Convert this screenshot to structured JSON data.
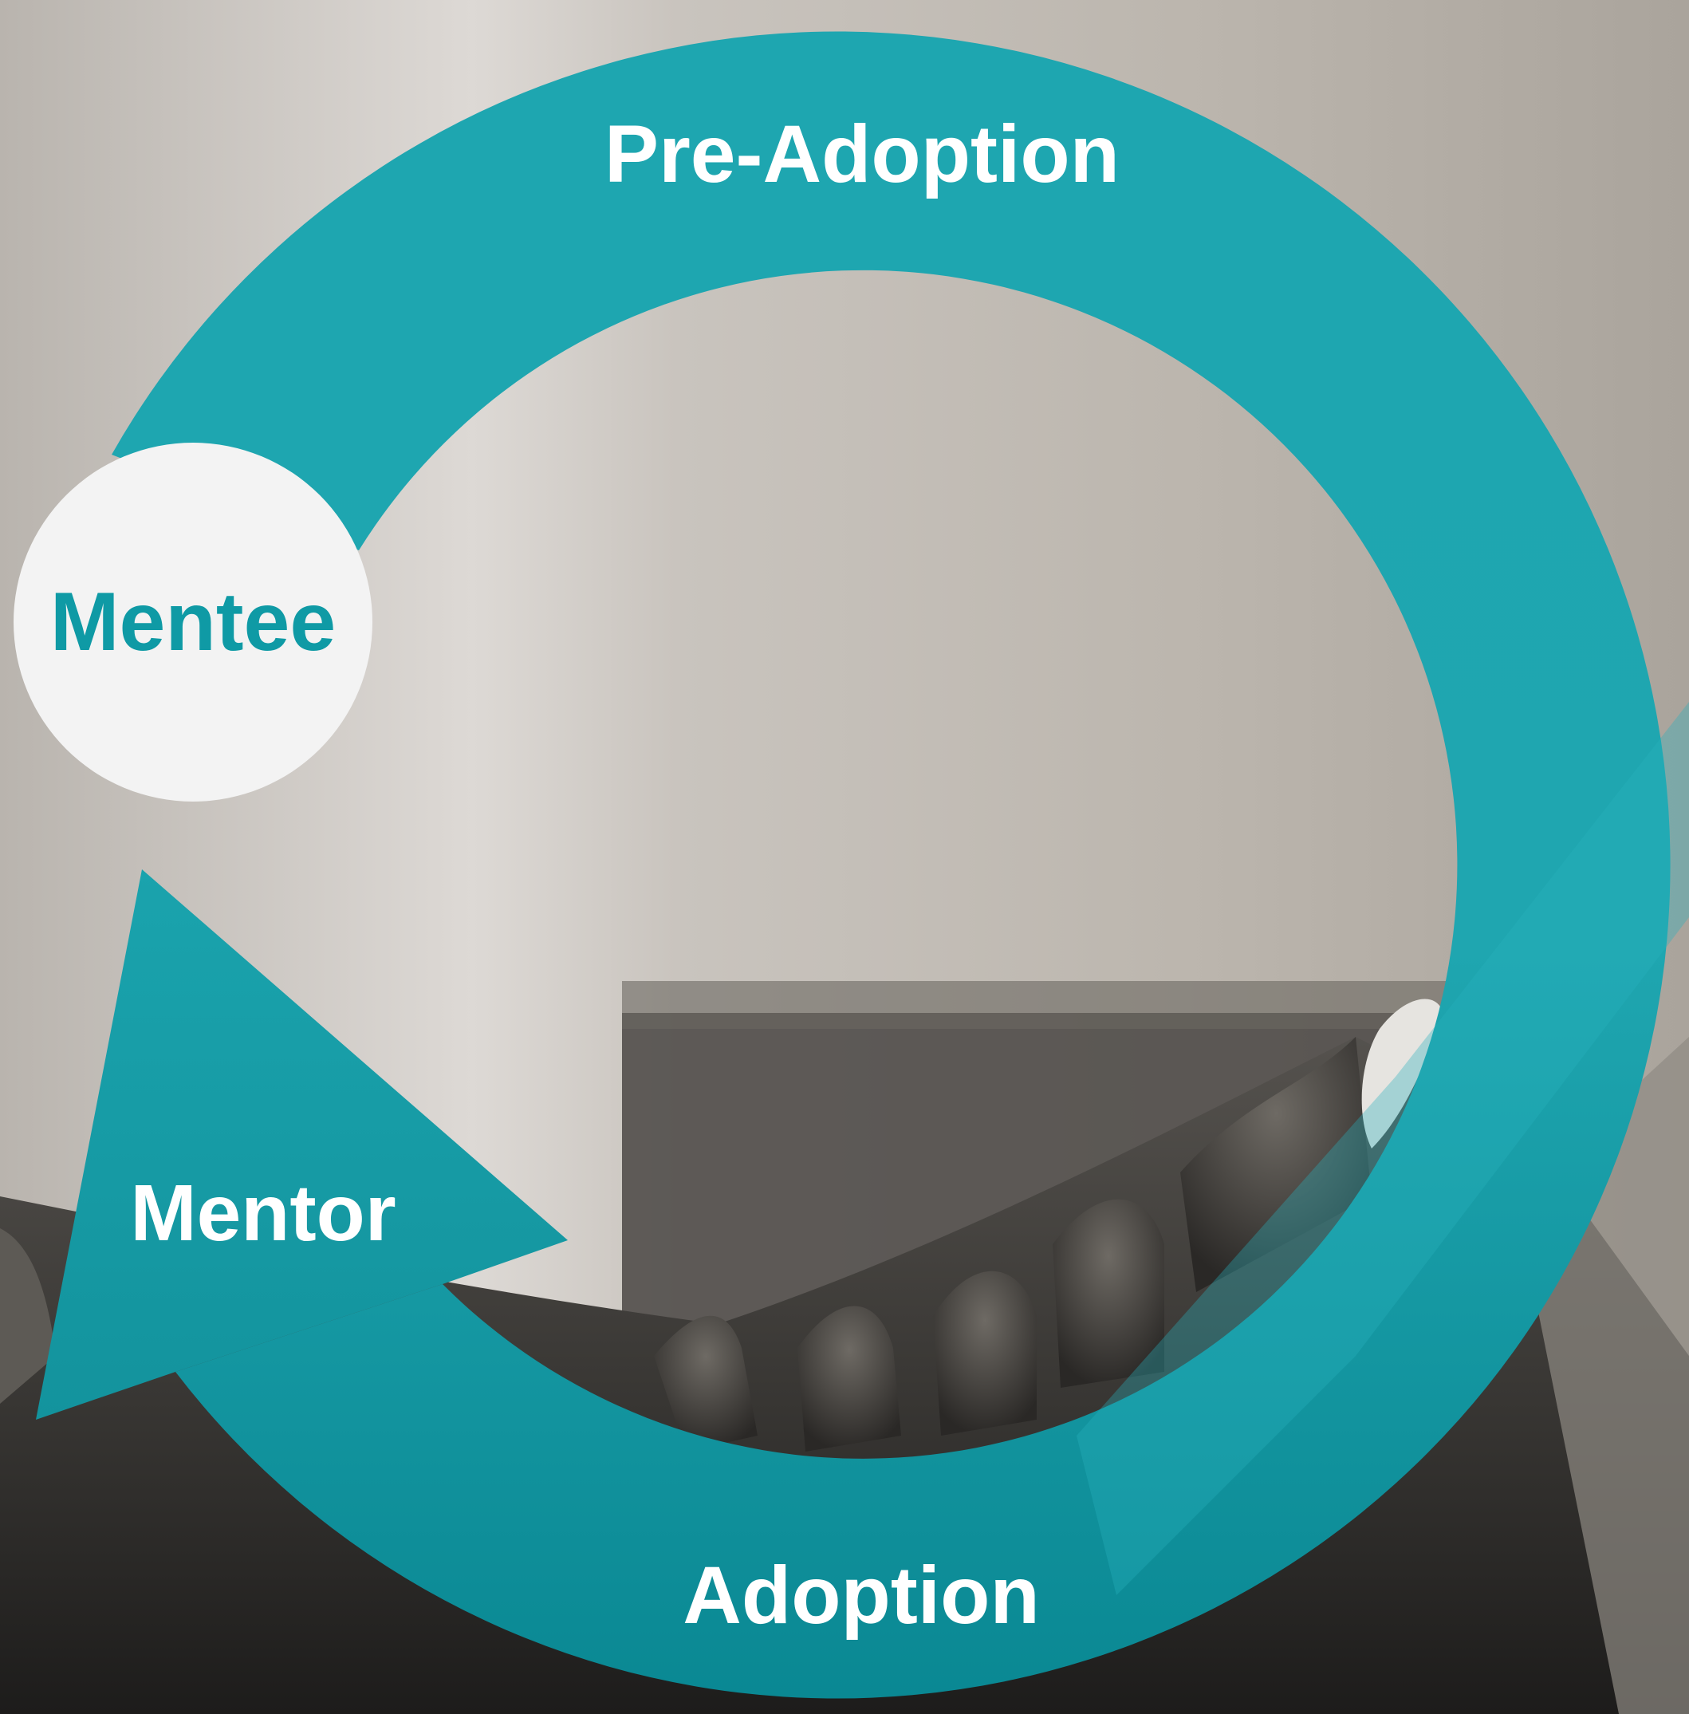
{
  "diagram": {
    "labels": {
      "top": "Pre-Adoption",
      "bottom": "Adoption",
      "left_circle": "Mentee",
      "arrow": "Mentor"
    },
    "colors": {
      "ring": "#1fa4ad",
      "ring_dark": "#0d8690",
      "circle_fill": "#f3f3f3",
      "circle_text": "#0f9aa5",
      "label_text": "#ffffff"
    }
  }
}
